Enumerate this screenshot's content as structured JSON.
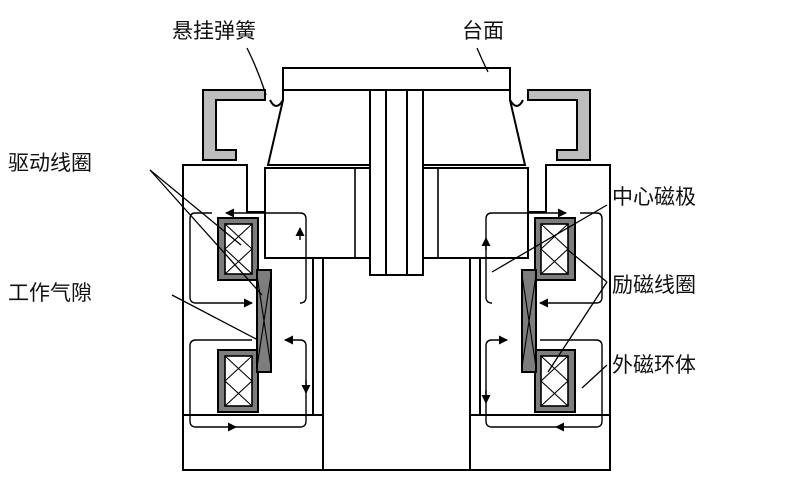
{
  "labels": {
    "suspension_spring": "悬挂弹簧",
    "table": "台面",
    "drive_coil": "驱动线圈",
    "center_pole": "中心磁极",
    "working_air_gap": "工作气隙",
    "excitation_coil": "励磁线圈",
    "outer_magnetic_ring": "外磁环体"
  },
  "colors": {
    "line": "#000000",
    "spring_fill": "#bdbdbd",
    "coil_fill": "#7d7d7d",
    "background": "#ffffff"
  }
}
